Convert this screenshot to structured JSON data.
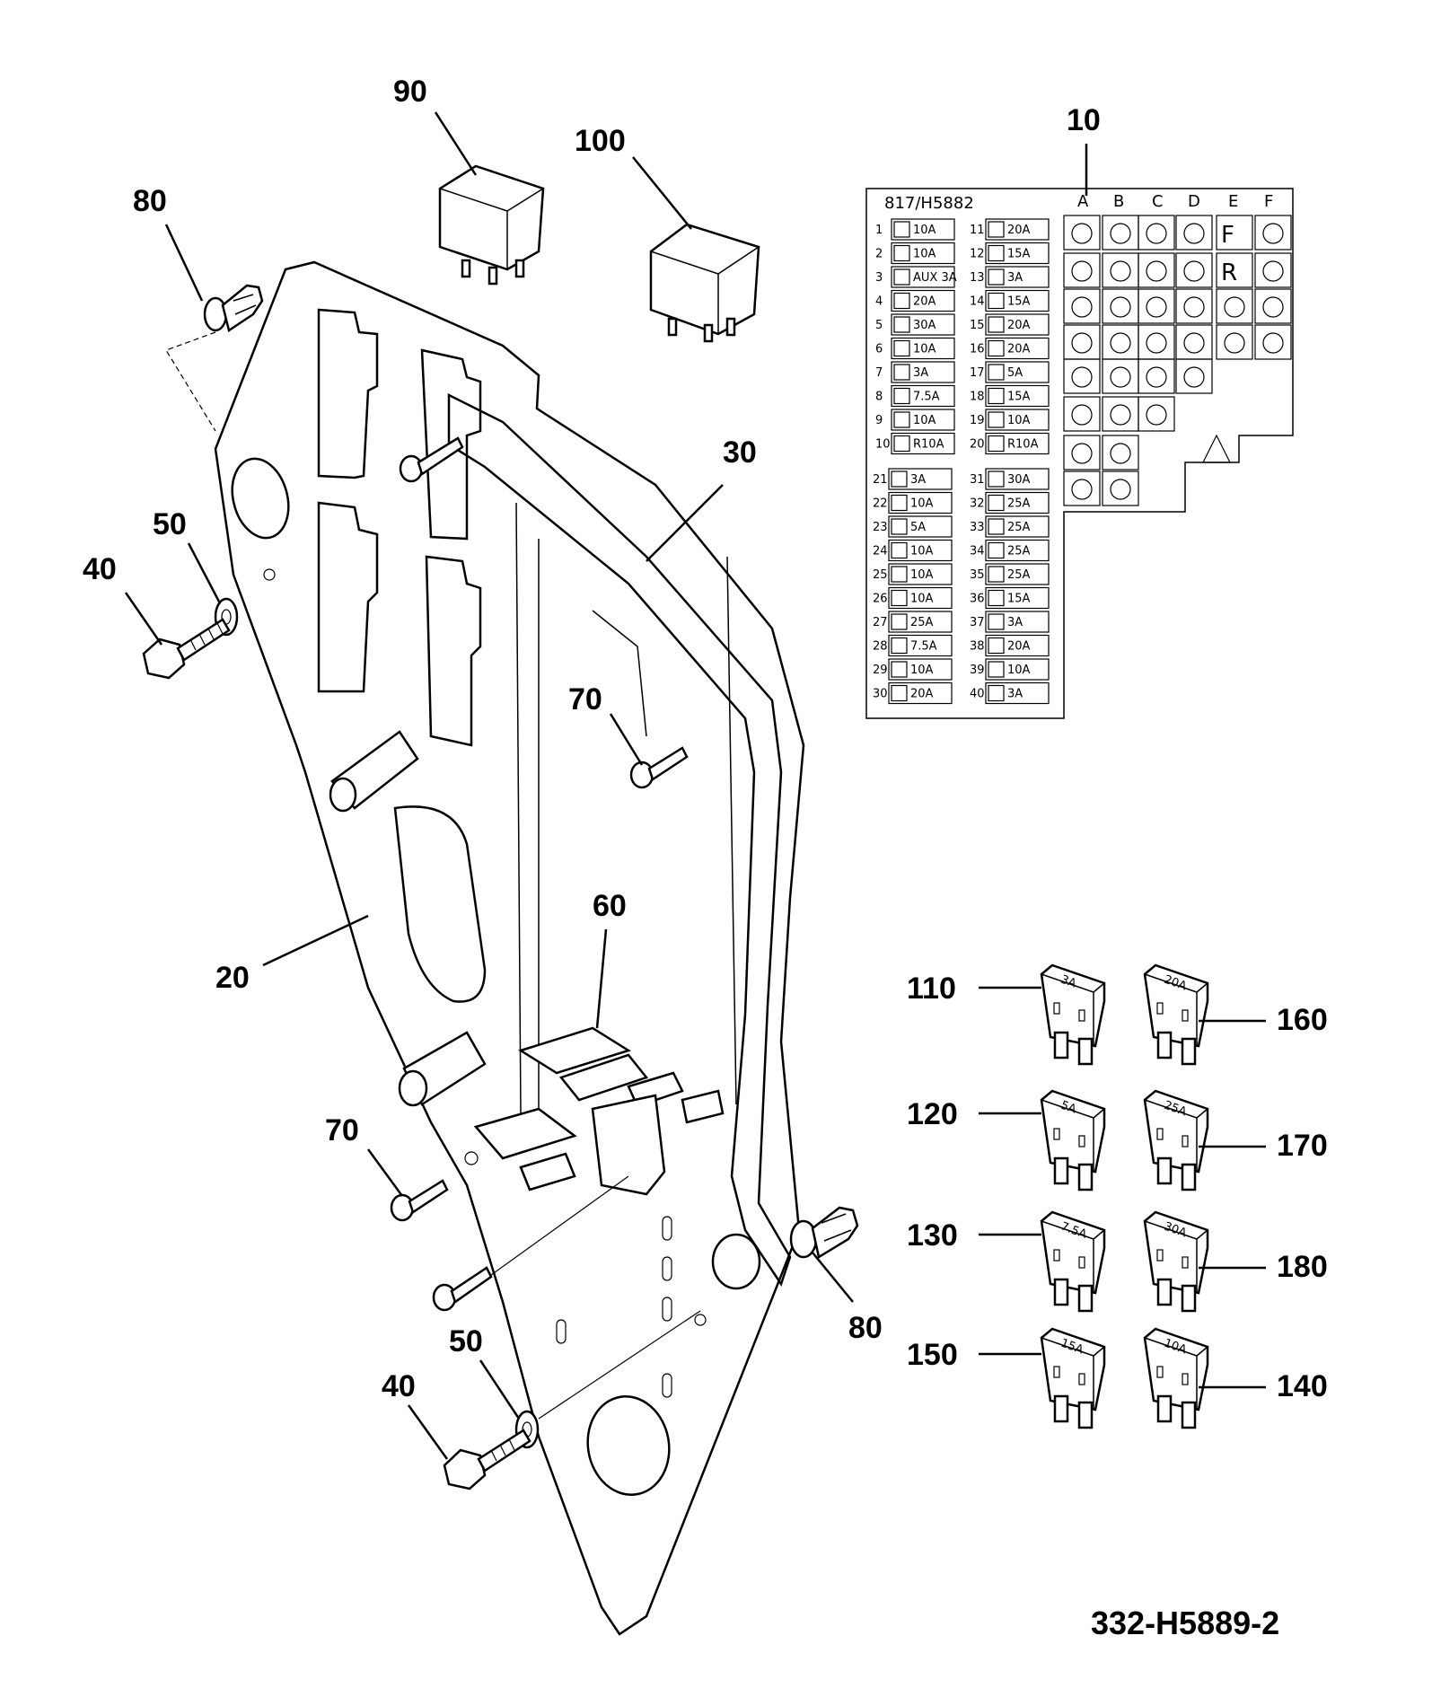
{
  "drawing_number": "332-H5889-2",
  "label_sheet_code": "817/H5882",
  "callouts": {
    "c10": "10",
    "c20": "20",
    "c30": "30",
    "c40a": "40",
    "c40b": "40",
    "c50a": "50",
    "c50b": "50",
    "c60": "60",
    "c70a": "70",
    "c70b": "70",
    "c80a": "80",
    "c80b": "80",
    "c90": "90",
    "c100": "100",
    "c110": "110",
    "c120": "120",
    "c130": "130",
    "c140": "140",
    "c150": "150",
    "c160": "160",
    "c170": "170",
    "c180": "180"
  },
  "relay_columns": [
    "A",
    "B",
    "C",
    "D",
    "E",
    "F"
  ],
  "relay_letters": {
    "f": "F",
    "r": "R"
  },
  "fuse_ratings": {
    "f110": "3A",
    "f120": "5A",
    "f130": "7.5A",
    "f150": "15A",
    "f160": "20A",
    "f170": "25A",
    "f180": "30A",
    "f140": "10A"
  },
  "fuse_table_top": [
    {
      "n": "1",
      "r": "10A"
    },
    {
      "n": "2",
      "r": "10A"
    },
    {
      "n": "3",
      "r": "AUX 3A"
    },
    {
      "n": "4",
      "r": "20A"
    },
    {
      "n": "5",
      "r": "30A"
    },
    {
      "n": "6",
      "r": "10A"
    },
    {
      "n": "7",
      "r": "3A"
    },
    {
      "n": "8",
      "r": "7.5A"
    },
    {
      "n": "9",
      "r": "10A"
    },
    {
      "n": "10",
      "r": "R10A"
    }
  ],
  "fuse_table_top_right": [
    {
      "n": "11",
      "r": "20A"
    },
    {
      "n": "12",
      "r": "15A"
    },
    {
      "n": "13",
      "r": "3A"
    },
    {
      "n": "14",
      "r": "15A"
    },
    {
      "n": "15",
      "r": "20A"
    },
    {
      "n": "16",
      "r": "20A"
    },
    {
      "n": "17",
      "r": "5A"
    },
    {
      "n": "18",
      "r": "15A"
    },
    {
      "n": "19",
      "r": "10A"
    },
    {
      "n": "20",
      "r": "R10A"
    }
  ],
  "fuse_table_bottom": [
    {
      "n": "21",
      "r": "3A"
    },
    {
      "n": "22",
      "r": "10A"
    },
    {
      "n": "23",
      "r": "5A"
    },
    {
      "n": "24",
      "r": "10A"
    },
    {
      "n": "25",
      "r": "10A"
    },
    {
      "n": "26",
      "r": "10A"
    },
    {
      "n": "27",
      "r": "25A"
    },
    {
      "n": "28",
      "r": "7.5A"
    },
    {
      "n": "29",
      "r": "10A"
    },
    {
      "n": "30",
      "r": "20A"
    }
  ],
  "fuse_table_bottom_right": [
    {
      "n": "31",
      "r": "30A"
    },
    {
      "n": "32",
      "r": "25A"
    },
    {
      "n": "33",
      "r": "25A"
    },
    {
      "n": "34",
      "r": "25A"
    },
    {
      "n": "35",
      "r": "25A"
    },
    {
      "n": "36",
      "r": "15A"
    },
    {
      "n": "37",
      "r": "3A"
    },
    {
      "n": "38",
      "r": "20A"
    },
    {
      "n": "39",
      "r": "10A"
    },
    {
      "n": "40",
      "r": "3A"
    }
  ]
}
